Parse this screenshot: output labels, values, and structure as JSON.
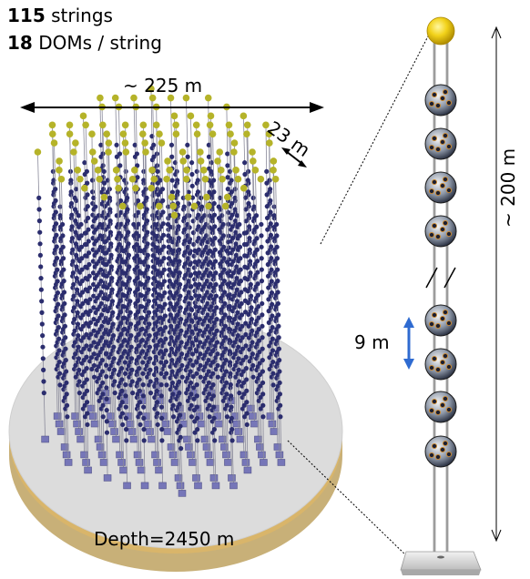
{
  "header": {
    "strings_count": "115",
    "strings_label": " strings",
    "doms_count": "18",
    "doms_label": " DOMs / string"
  },
  "labels": {
    "array_width": "~ 225 m",
    "string_spacing": "23 m",
    "depth": "Depth=2450 m",
    "dom_spacing": "9 m",
    "string_height": "~ 200 m"
  },
  "colors": {
    "dom_body": "#2b2d6e",
    "string_top": "#b5b329",
    "string_base": "#7676b8",
    "disk_top": "#dcdcdc",
    "disk_side": "#c8b078",
    "arrow_blue": "#2f6bd1",
    "buoy": "#f2d21a"
  },
  "counts": {
    "strings": 115,
    "doms_per_string": 18
  }
}
